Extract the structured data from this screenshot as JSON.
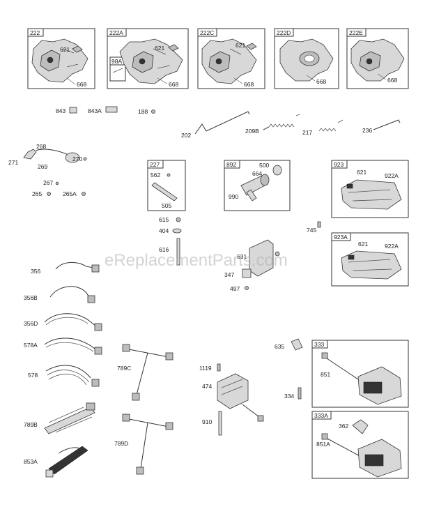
{
  "watermark": "eReplacementParts.com",
  "boxes": {
    "b222": {
      "tag": "222",
      "labels": [
        "621",
        "668"
      ]
    },
    "b222A": {
      "tag": "222A",
      "inner_tag": "98A",
      "labels": [
        "621",
        "668"
      ]
    },
    "b222C": {
      "tag": "222C",
      "labels": [
        "621",
        "668"
      ]
    },
    "b222D": {
      "tag": "222D",
      "labels": [
        "668"
      ]
    },
    "b222E": {
      "tag": "222E",
      "labels": [
        "668"
      ]
    },
    "b227": {
      "tag": "227",
      "labels": [
        "562",
        "505"
      ]
    },
    "b892": {
      "tag": "892",
      "labels": [
        "500",
        "664",
        "990"
      ]
    },
    "b923": {
      "tag": "923",
      "labels": [
        "621",
        "922A"
      ]
    },
    "b923A": {
      "tag": "923A",
      "labels": [
        "621",
        "922A"
      ]
    },
    "b333": {
      "tag": "333",
      "labels": [
        "851"
      ]
    },
    "b333A": {
      "tag": "333A",
      "labels": [
        "362",
        "851A"
      ]
    }
  },
  "loose_labels": {
    "l843": "843",
    "l843A": "843A",
    "l188": "188",
    "l202": "202",
    "l209B": "209B",
    "l217": "217",
    "l236": "236",
    "l268": "268",
    "l271": "271",
    "l269": "269",
    "l270": "270",
    "l267": "267",
    "l265": "265",
    "l265A": "265A",
    "l615": "615",
    "l404": "404",
    "l616": "616",
    "l745": "745",
    "l631": "631",
    "l347": "347",
    "l497": "497",
    "l356": "356",
    "l356B": "356B",
    "l356D": "356D",
    "l578A": "578A",
    "l578": "578",
    "l789B": "789B",
    "l853A": "853A",
    "l789C": "789C",
    "l789D": "789D",
    "l1119": "1119",
    "l474": "474",
    "l910": "910",
    "l635": "635",
    "l334": "334"
  }
}
